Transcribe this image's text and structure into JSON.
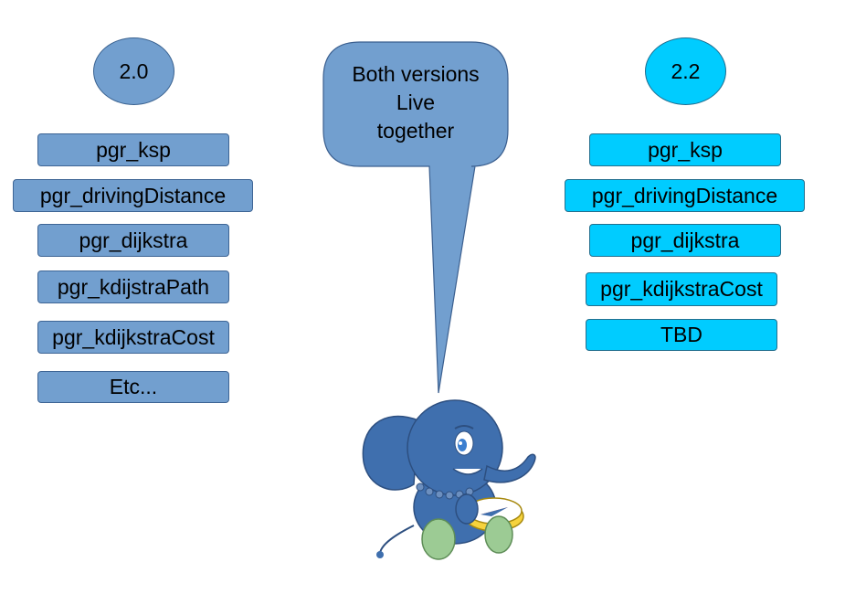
{
  "left": {
    "version": "2.0",
    "items": [
      "pgr_ksp",
      "pgr_drivingDistance",
      "pgr_dijkstra",
      "pgr_kdijstraPath",
      "pgr_kdijkstraCost",
      "Etc..."
    ]
  },
  "right": {
    "version": "2.2",
    "items": [
      "pgr_ksp",
      "pgr_drivingDistance",
      "pgr_dijkstra",
      "pgr_kdijkstraCost",
      "TBD"
    ]
  },
  "bubble": {
    "lines": [
      "Both versions",
      "Live",
      "together"
    ]
  },
  "colors": {
    "left_fill": "#729fcf",
    "right_fill": "#00ccff",
    "bubble_fill": "#729fcf",
    "elephant_body": "#3f6fae",
    "elephant_feet": "#9ccb94"
  },
  "icons": {
    "mascot": "elephant-with-compass-icon"
  }
}
